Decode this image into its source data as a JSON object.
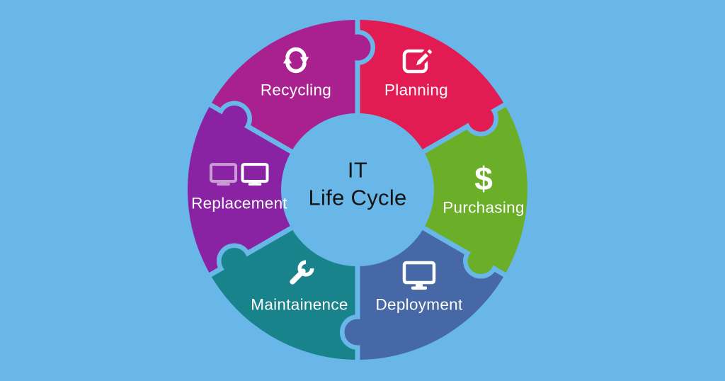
{
  "title": {
    "line1": "IT",
    "line2": "Life Cycle"
  },
  "colors": {
    "background": "#68B7E8",
    "title_text": "#141414",
    "label_text": "#FFFFFF"
  },
  "segments": [
    {
      "label": "Planning",
      "icon": "edit-icon",
      "color": "#E21C52"
    },
    {
      "label": "Purchasing",
      "icon": "dollar-icon",
      "color": "#6BAF28"
    },
    {
      "label": "Deployment",
      "icon": "monitor-icon",
      "color": "#4668A6"
    },
    {
      "label": "Maintainence",
      "icon": "wrench-icon",
      "color": "#18838B"
    },
    {
      "label": "Replacement",
      "icon": "dual-monitor-icon",
      "color": "#8A23A3"
    },
    {
      "label": "Recycling",
      "icon": "recycle-icon",
      "color": "#A8218F"
    }
  ]
}
